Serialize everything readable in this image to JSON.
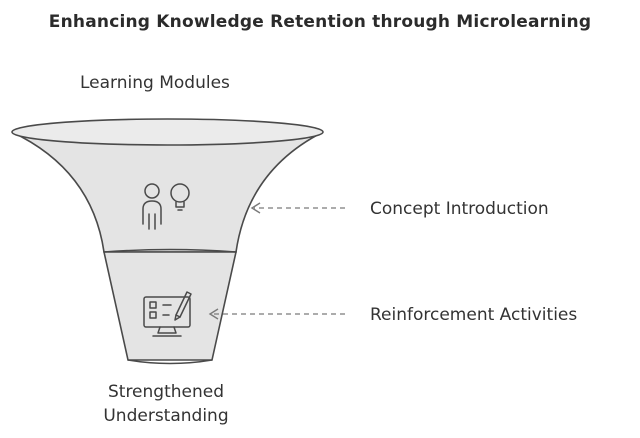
{
  "title": "Enhancing Knowledge Retention through Microlearning",
  "top_label": "Learning Modules",
  "stages": [
    {
      "label": "Concept Introduction",
      "icon": "person-lightbulb-icon"
    },
    {
      "label": "Reinforcement Activities",
      "icon": "monitor-pencil-icon"
    }
  ],
  "bottom_label": {
    "line1": "Strengthened",
    "line2": "Understanding"
  },
  "colors": {
    "funnel_fill": "#e4e4e4",
    "funnel_stroke": "#4a4a4a",
    "text": "#333333",
    "connector": "#7a7a7a"
  }
}
